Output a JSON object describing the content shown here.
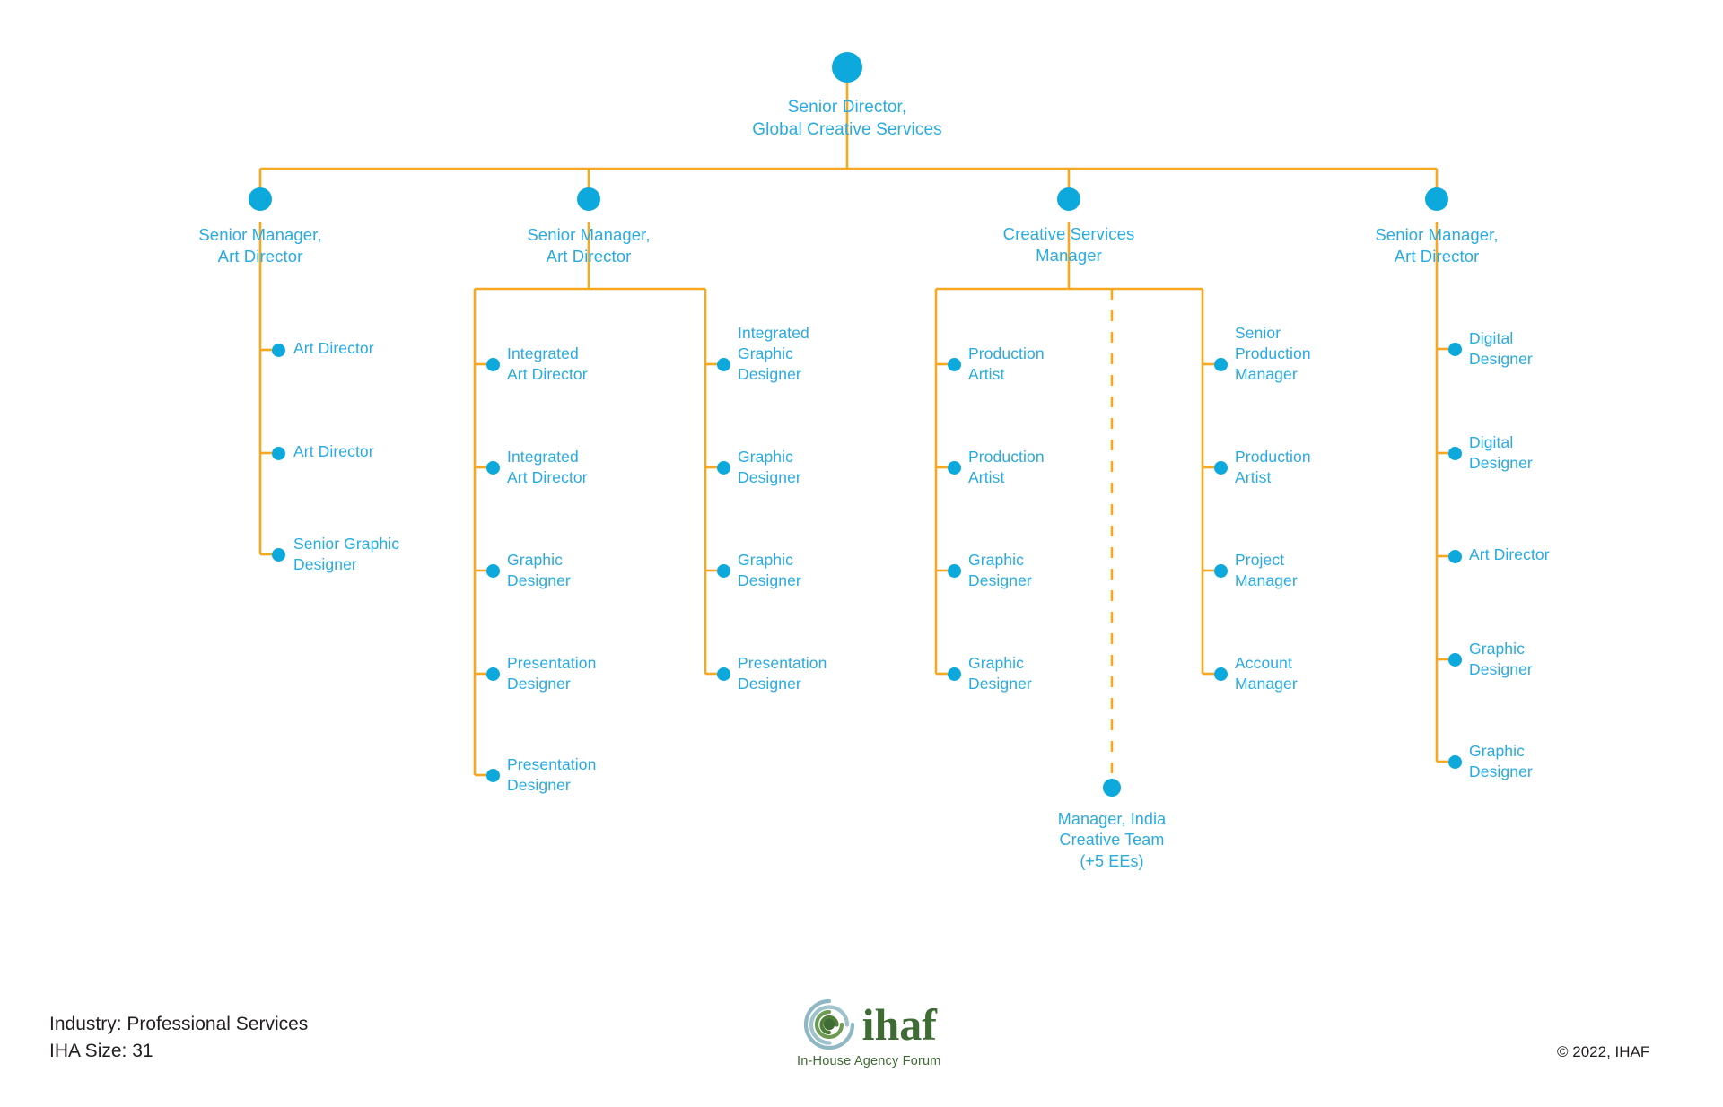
{
  "meta": {
    "title": "Organizational Chart",
    "colors": {
      "node": "#0DA9DC",
      "label": "#29ABE2",
      "connector": "#F7A823",
      "footer_text": "#231F20",
      "logo_green": "#3F6B34"
    }
  },
  "root": {
    "label": "Senior Director,\nGlobal Creative Services"
  },
  "branches": [
    {
      "id": "branch-1",
      "label": "Senior Manager,\nArt Director",
      "columns": [
        {
          "id": "b1-col1",
          "items": [
            {
              "label": "Art Director"
            },
            {
              "label": "Art Director"
            },
            {
              "label": "Senior Graphic\nDesigner"
            }
          ]
        }
      ]
    },
    {
      "id": "branch-2",
      "label": "Senior Manager,\nArt Director",
      "columns": [
        {
          "id": "b2-col1",
          "items": [
            {
              "label": "Integrated\nArt Director"
            },
            {
              "label": "Integrated\nArt Director"
            },
            {
              "label": "Graphic\nDesigner"
            },
            {
              "label": "Presentation\nDesigner"
            },
            {
              "label": "Presentation\nDesigner"
            }
          ]
        },
        {
          "id": "b2-col2",
          "items": [
            {
              "label": "Integrated\nGraphic\nDesigner"
            },
            {
              "label": "Graphic\nDesigner"
            },
            {
              "label": "Graphic\nDesigner"
            },
            {
              "label": "Presentation\nDesigner"
            }
          ]
        }
      ]
    },
    {
      "id": "branch-3",
      "label": "Creative Services\nManager",
      "columns": [
        {
          "id": "b3-col1",
          "items": [
            {
              "label": "Production\nArtist"
            },
            {
              "label": "Production\nArtist"
            },
            {
              "label": "Graphic\nDesigner"
            },
            {
              "label": "Graphic\nDesigner"
            }
          ]
        },
        {
          "id": "b3-col2",
          "items": [
            {
              "label": "Senior\nProduction\nManager"
            },
            {
              "label": "Production\nArtist"
            },
            {
              "label": "Project\nManager"
            },
            {
              "label": "Account\nManager"
            }
          ]
        }
      ],
      "dotted_child": {
        "label": "Manager, India\nCreative Team\n(+5 EEs)"
      }
    },
    {
      "id": "branch-4",
      "label": "Senior Manager,\nArt Director",
      "columns": [
        {
          "id": "b4-col1",
          "items": [
            {
              "label": "Digital\nDesigner"
            },
            {
              "label": "Digital\nDesigner"
            },
            {
              "label": "Art Director"
            },
            {
              "label": "Graphic\nDesigner"
            },
            {
              "label": "Graphic\nDesigner"
            }
          ]
        }
      ]
    }
  ],
  "footer": {
    "info": "Industry: Professional Services\nIHA Size: 31",
    "logo_word": "ihaf",
    "logo_subtitle": "In-House Agency Forum",
    "copyright": "© 2022, IHAF"
  }
}
